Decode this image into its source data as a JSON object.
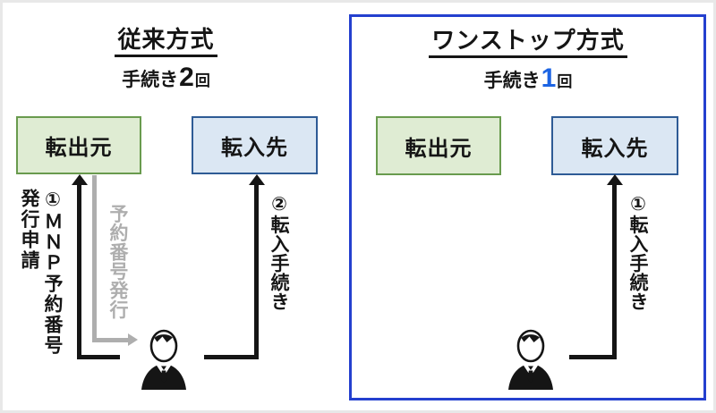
{
  "colors": {
    "ink": "#151515",
    "gray": "#aeaeae",
    "panel_border": "#2440cf",
    "count_highlight": "#1c64e3",
    "green_fill": "#dfecd3",
    "green_border": "#699b4e",
    "blue_fill": "#dbe7f3",
    "blue_border": "#2e5b95"
  },
  "left_panel": {
    "title": "従来方式",
    "procedure_label": "手続き",
    "procedure_count": "2",
    "procedure_unit": "回",
    "source_box_label": "転出元",
    "destination_box_label": "転入先",
    "step1_label_col1": "①ＭＮＰ予約番号",
    "step1_label_col2": "発行申請",
    "reservation_label": "予約番号発行",
    "step2_label": "②転入手続き",
    "person_icon": "business-person"
  },
  "right_panel": {
    "title": "ワンストップ方式",
    "procedure_label": "手続き",
    "procedure_count": "1",
    "procedure_unit": "回",
    "source_box_label": "転出元",
    "destination_box_label": "転入先",
    "step1_label": "①転入手続き",
    "person_icon": "business-person"
  }
}
